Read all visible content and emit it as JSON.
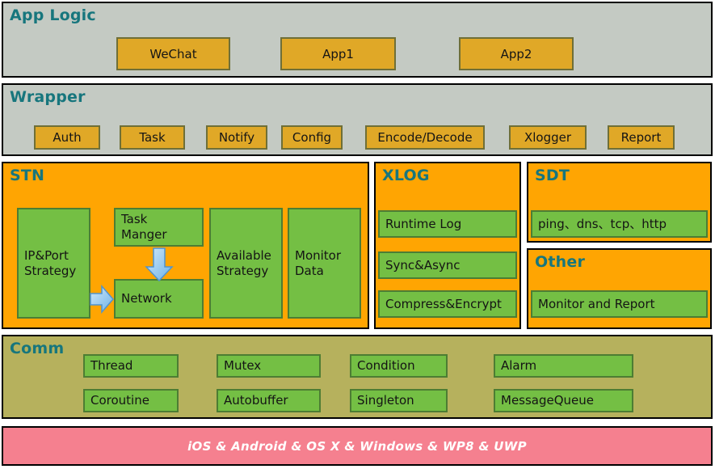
{
  "colors": {
    "section_border": "#000000",
    "gray_section_bg": "#c4cac3",
    "orange_section_bg": "#ffa502",
    "olive_section_bg": "#b6b15d",
    "pink_bar_bg": "#f5808f",
    "gold_box_fill": "#e0a827",
    "green_box_fill": "#74bf44",
    "heading_teal": "#17767d",
    "arrow_blue": "#7db8e8"
  },
  "icons": {
    "arrow_down": "block-arrow-down",
    "arrow_right": "block-arrow-right"
  },
  "sections": {
    "app_logic": {
      "title": "App Logic",
      "boxes": [
        "WeChat",
        "App1",
        "App2"
      ]
    },
    "wrapper": {
      "title": "Wrapper",
      "boxes": [
        "Auth",
        "Task",
        "Notify",
        "Config",
        "Encode/Decode",
        "Xlogger",
        "Report"
      ]
    },
    "stn": {
      "title": "STN",
      "boxes": {
        "ip_port": "IP&Port Strategy",
        "task_manger": "Task Manger",
        "network": "Network",
        "available": "Available Strategy",
        "monitor": "Monitor Data"
      }
    },
    "xlog": {
      "title": "XLOG",
      "boxes": [
        "Runtime Log",
        "Sync&Async",
        "Compress&Encrypt"
      ]
    },
    "sdt": {
      "title": "SDT",
      "boxes": [
        "ping、dns、tcp、http"
      ]
    },
    "other": {
      "title": "Other",
      "boxes": [
        "Monitor and Report"
      ]
    },
    "comm": {
      "title": "Comm",
      "rows": [
        [
          "Thread",
          "Mutex",
          "Condition",
          "Alarm"
        ],
        [
          "Coroutine",
          "Autobuffer",
          "Singleton",
          "MessageQueue"
        ]
      ]
    },
    "platform": {
      "label": "iOS & Android & OS X & Windows & WP8 & UWP"
    }
  }
}
